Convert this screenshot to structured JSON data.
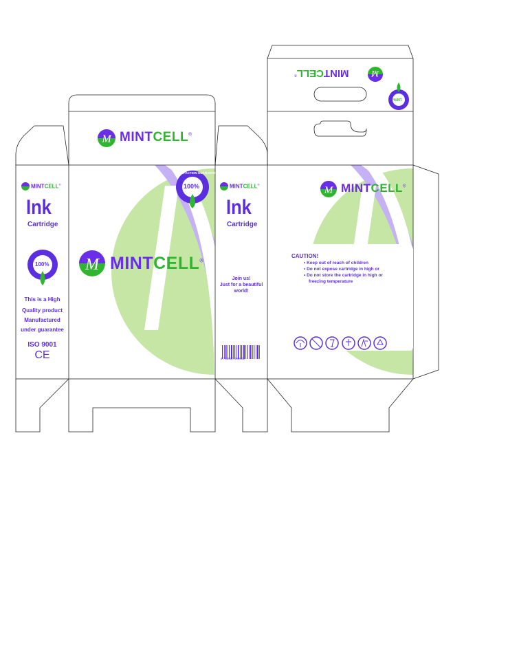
{
  "brand": {
    "name_part1": "MINT",
    "name_part2": "CELL",
    "registered": "®"
  },
  "colors": {
    "purple": "#5b2fe0",
    "green": "#2fb52f",
    "light_green": "#c6e6a6",
    "light_purple": "#c4b2f4"
  },
  "badge": {
    "ring_text": "SATISFACTION GUARANTEED",
    "percent": "100%"
  },
  "left_side": {
    "product_title": "Ink",
    "product_subtitle": "Cartridge",
    "quality_lines": [
      "This is a High",
      "Quality product",
      "Manufactured",
      "under guarantee"
    ],
    "iso": "ISO 9001",
    "ce": "CE"
  },
  "middle_side": {
    "product_title": "Ink",
    "product_subtitle": "Cartridge",
    "slogan_lines": [
      "Join us!",
      "Just for a beautiful",
      "world!"
    ],
    "barcode_digits": "4 700000 000005"
  },
  "back_panel": {
    "caution_title": "CAUTION!",
    "caution_items": [
      "Keep out of reach of children",
      "Do not expose cartridge in high or",
      "Do not store the  cartridge in high or",
      "freezing temperature"
    ],
    "icons": [
      "umbrella-icon",
      "no-smoking-icon",
      "fragile-glass-icon",
      "temperature-icon",
      "handle-with-care-icon",
      "recycle-icon"
    ]
  }
}
